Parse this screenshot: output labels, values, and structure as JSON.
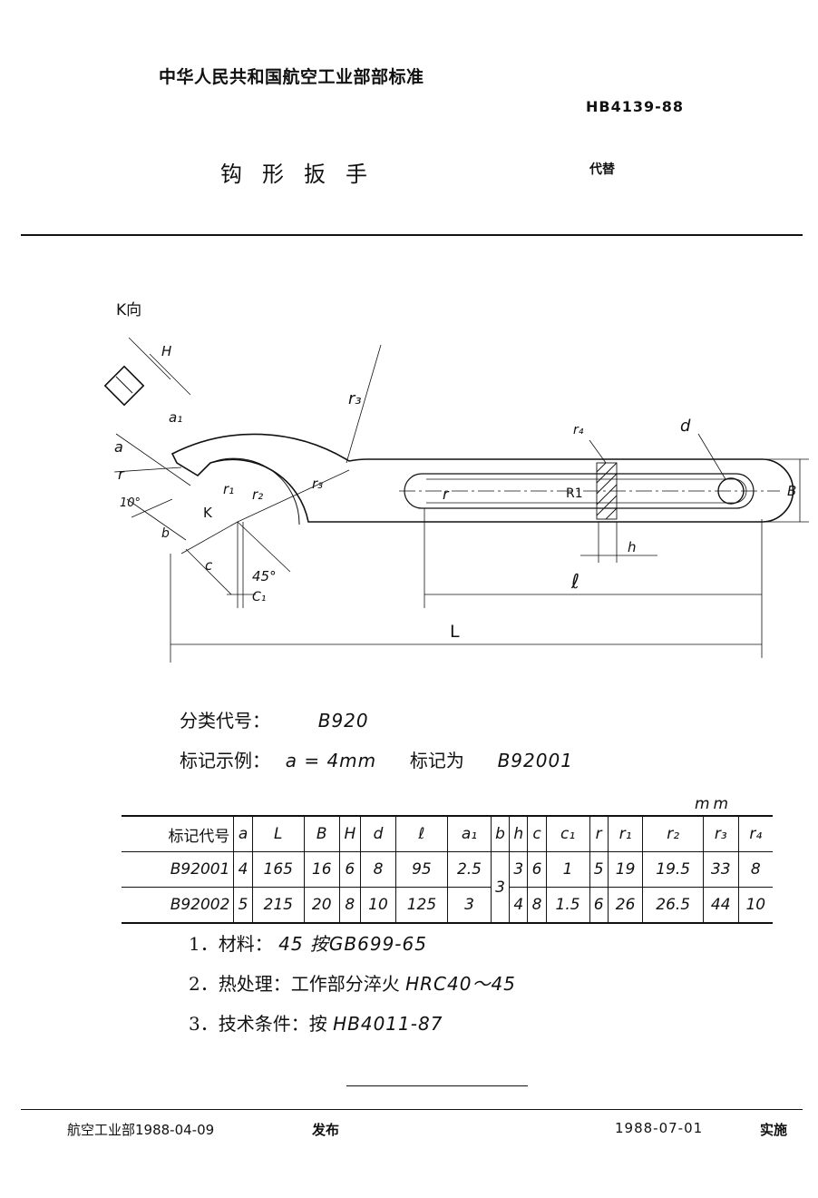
{
  "header": {
    "org": "中华人民共和国航空工业部部标准",
    "code": "HB4139-88",
    "title": "钩形扳手",
    "replaces": "代替"
  },
  "drawing_labels": {
    "view": "K向",
    "H": "H",
    "a": "a",
    "a1": "a₁",
    "r": "r",
    "angle10": "10°",
    "b": "b",
    "k": "K",
    "r1": "r₁",
    "r2": "r₂",
    "r3_inner": "r₃",
    "r3": "r₃",
    "c": "c",
    "angle45": "45°",
    "c1": "C₁",
    "r4": "r₄",
    "d": "d",
    "slot_r": "r",
    "R1": "R1",
    "B": "B",
    "h": "h",
    "l": "ℓ",
    "L": "L"
  },
  "info": {
    "category_label": "分类代号：",
    "category_value": "B920",
    "example_label": "标记示例：",
    "example_value": "a = 4mm",
    "example_mark_label": "标记为",
    "example_mark_value": "B92001"
  },
  "unit": "mm",
  "table": {
    "headers": [
      "标记代号",
      "a",
      "L",
      "B",
      "H",
      "d",
      "ℓ",
      "a₁",
      "b",
      "h",
      "c",
      "c₁",
      "r",
      "r₁",
      "r₂",
      "r₃",
      "r₄"
    ],
    "rows": [
      [
        "B92001",
        "4",
        "165",
        "16",
        "6",
        "8",
        "95",
        "2.5",
        "3",
        "3",
        "6",
        "1",
        "5",
        "19",
        "19.5",
        "33",
        "8"
      ],
      [
        "B92002",
        "5",
        "215",
        "20",
        "8",
        "10",
        "125",
        "3",
        "",
        "4",
        "8",
        "1.5",
        "6",
        "26",
        "26.5",
        "44",
        "10"
      ]
    ]
  },
  "notes": [
    {
      "label": "1．材料：",
      "value": "45 按GB699-65"
    },
    {
      "label": "2．热处理：工作部分淬火",
      "value": "HRC40～45"
    },
    {
      "label": "3．技术条件：按",
      "value": "HB4011-87"
    }
  ],
  "footer": {
    "issuer": "航空工业部1988-04-09",
    "published": "发布",
    "impl_date": "1988-07-01",
    "implemented": "实施"
  }
}
